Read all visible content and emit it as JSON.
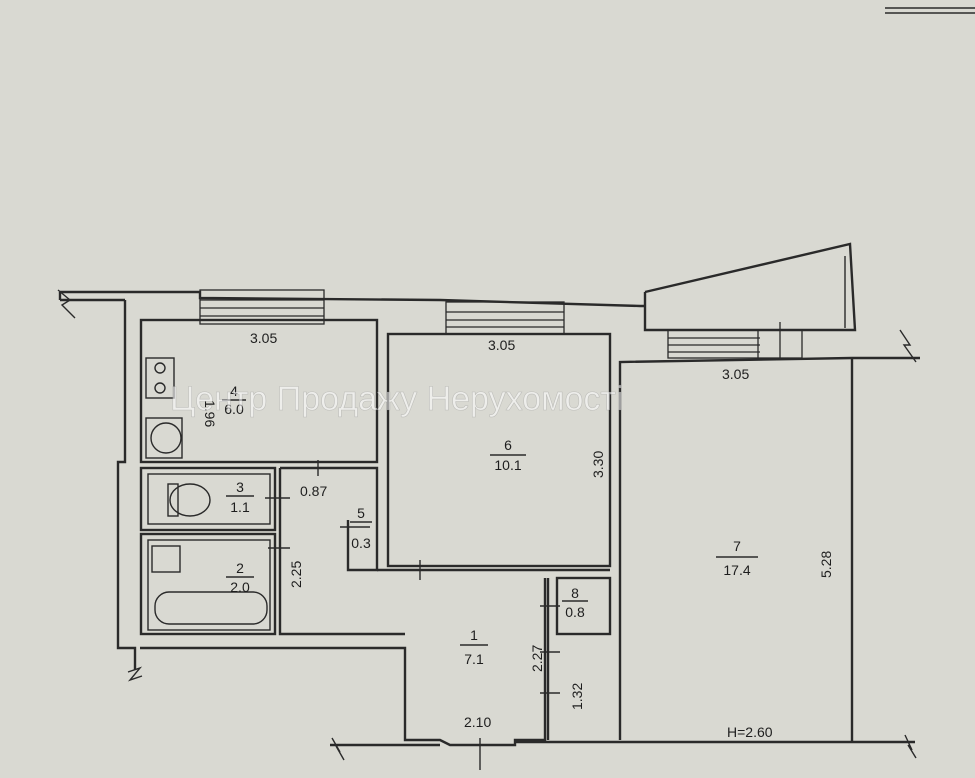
{
  "watermark": "Центр Продажу Нерухомості",
  "rooms": [
    {
      "id": "1",
      "area": "7.1"
    },
    {
      "id": "2",
      "area": "2.0"
    },
    {
      "id": "3",
      "area": "1.1"
    },
    {
      "id": "4",
      "area": "6.0"
    },
    {
      "id": "5",
      "area": "0.3"
    },
    {
      "id": "6",
      "area": "10.1"
    },
    {
      "id": "7",
      "area": "17.4"
    },
    {
      "id": "8",
      "area": "0.8"
    }
  ],
  "dimensions": {
    "room4_width": "3.05",
    "room4_depth": "1.96",
    "room6_width": "3.05",
    "room6_depth": "3.30",
    "room7_width": "3.05",
    "room7_depth": "5.28",
    "corridor_width": "0.87",
    "bath_length": "2.25",
    "hall_length": "2.27",
    "hall_width": "2.10",
    "hall_lower": "1.32"
  },
  "ceiling_height": "H=2.60"
}
